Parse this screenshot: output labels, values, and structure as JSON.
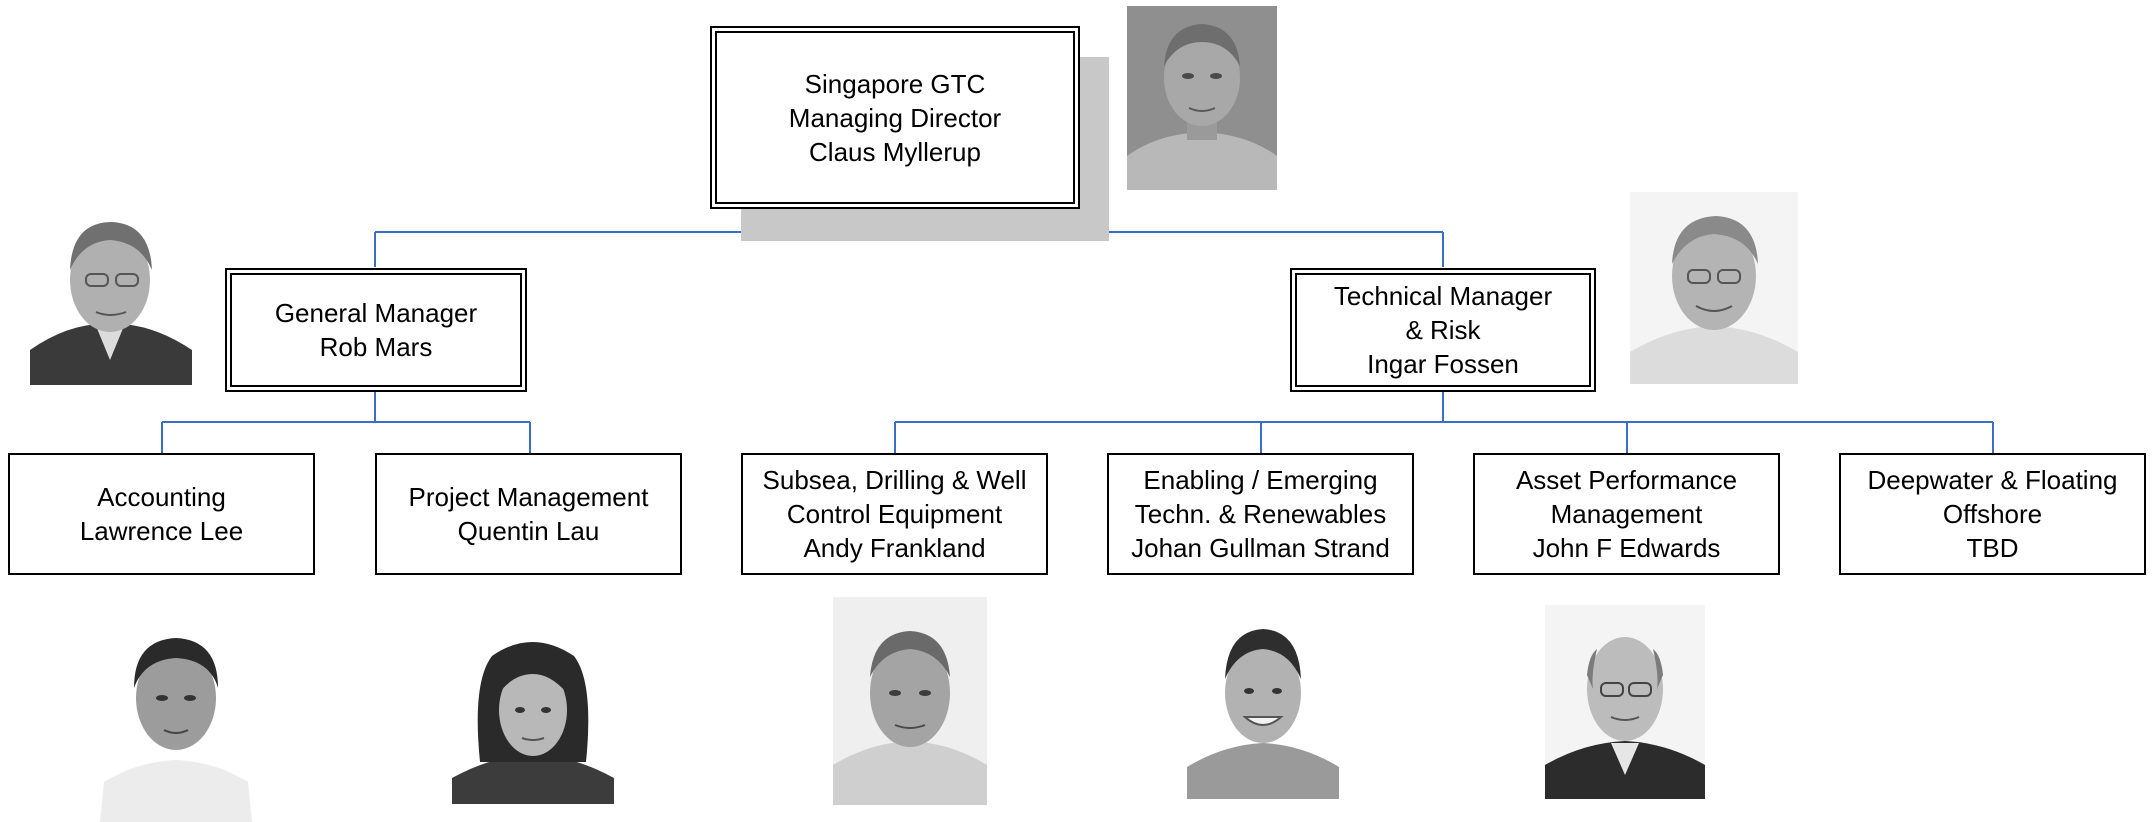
{
  "root": {
    "lines": [
      "Singapore GTC",
      "Managing Director",
      "Claus Myllerup"
    ]
  },
  "managers": [
    {
      "id": "general-manager",
      "lines": [
        "General Manager",
        "Rob Mars"
      ]
    },
    {
      "id": "technical-manager",
      "lines": [
        "Technical Manager",
        "& Risk",
        "Ingar Fossen"
      ]
    }
  ],
  "departments": [
    {
      "id": "accounting",
      "lines": [
        "Accounting",
        "Lawrence Lee"
      ]
    },
    {
      "id": "project-management",
      "lines": [
        "Project Management",
        "Quentin Lau"
      ]
    },
    {
      "id": "subsea-drilling",
      "lines": [
        "Subsea, Drilling & Well",
        "Control Equipment",
        "Andy Frankland"
      ]
    },
    {
      "id": "enabling-emerging",
      "lines": [
        "Enabling / Emerging",
        "Techn. & Renewables",
        "Johan Gullman Strand"
      ]
    },
    {
      "id": "asset-performance",
      "lines": [
        "Asset Performance",
        "Management",
        "John F Edwards"
      ]
    },
    {
      "id": "deepwater-floating",
      "lines": [
        "Deepwater & Floating",
        "Offshore",
        "TBD"
      ]
    }
  ],
  "colors": {
    "connector": "#3a6fc7",
    "box_border": "#000000",
    "shadow": "#c8c8c8"
  },
  "photos": [
    "claus-myllerup-photo",
    "rob-mars-photo",
    "ingar-fossen-photo",
    "lawrence-lee-photo",
    "quentin-lau-photo",
    "andy-frankland-photo",
    "johan-gullman-strand-photo",
    "john-f-edwards-photo"
  ]
}
